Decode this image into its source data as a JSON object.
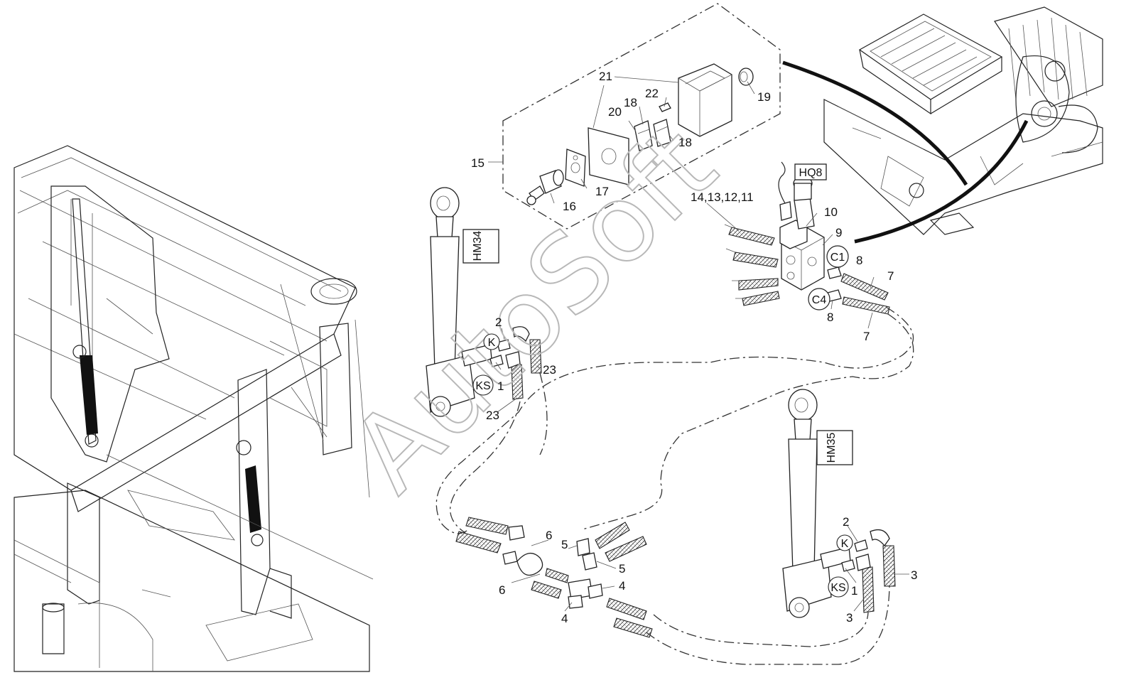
{
  "watermark": "AutoSoft",
  "tags": {
    "hm34": "HM34",
    "hm35": "HM35",
    "hq8": "HQ8",
    "c1": "C1",
    "c4": "C4",
    "k_top": "K",
    "ks_top": "KS",
    "k_bottom": "K",
    "ks_bottom": "KS"
  },
  "part_labels": {
    "p21": "21",
    "p22": "22",
    "p19": "19",
    "p18a": "18",
    "p18b": "18",
    "p20": "20",
    "p15": "15",
    "p17": "17",
    "p16": "16",
    "p_valve": "14,13,12,11",
    "p10": "10",
    "p9": "9",
    "p8a": "8",
    "p8b": "8",
    "p7a": "7",
    "p7b": "7",
    "p2a": "2",
    "p1a": "1",
    "p23a": "23",
    "p23b": "23",
    "p6a": "6",
    "p6b": "6",
    "p5a": "5",
    "p5b": "5",
    "p4a": "4",
    "p4b": "4",
    "p2b": "2",
    "p1b": "1",
    "p3a": "3",
    "p3b": "3"
  }
}
